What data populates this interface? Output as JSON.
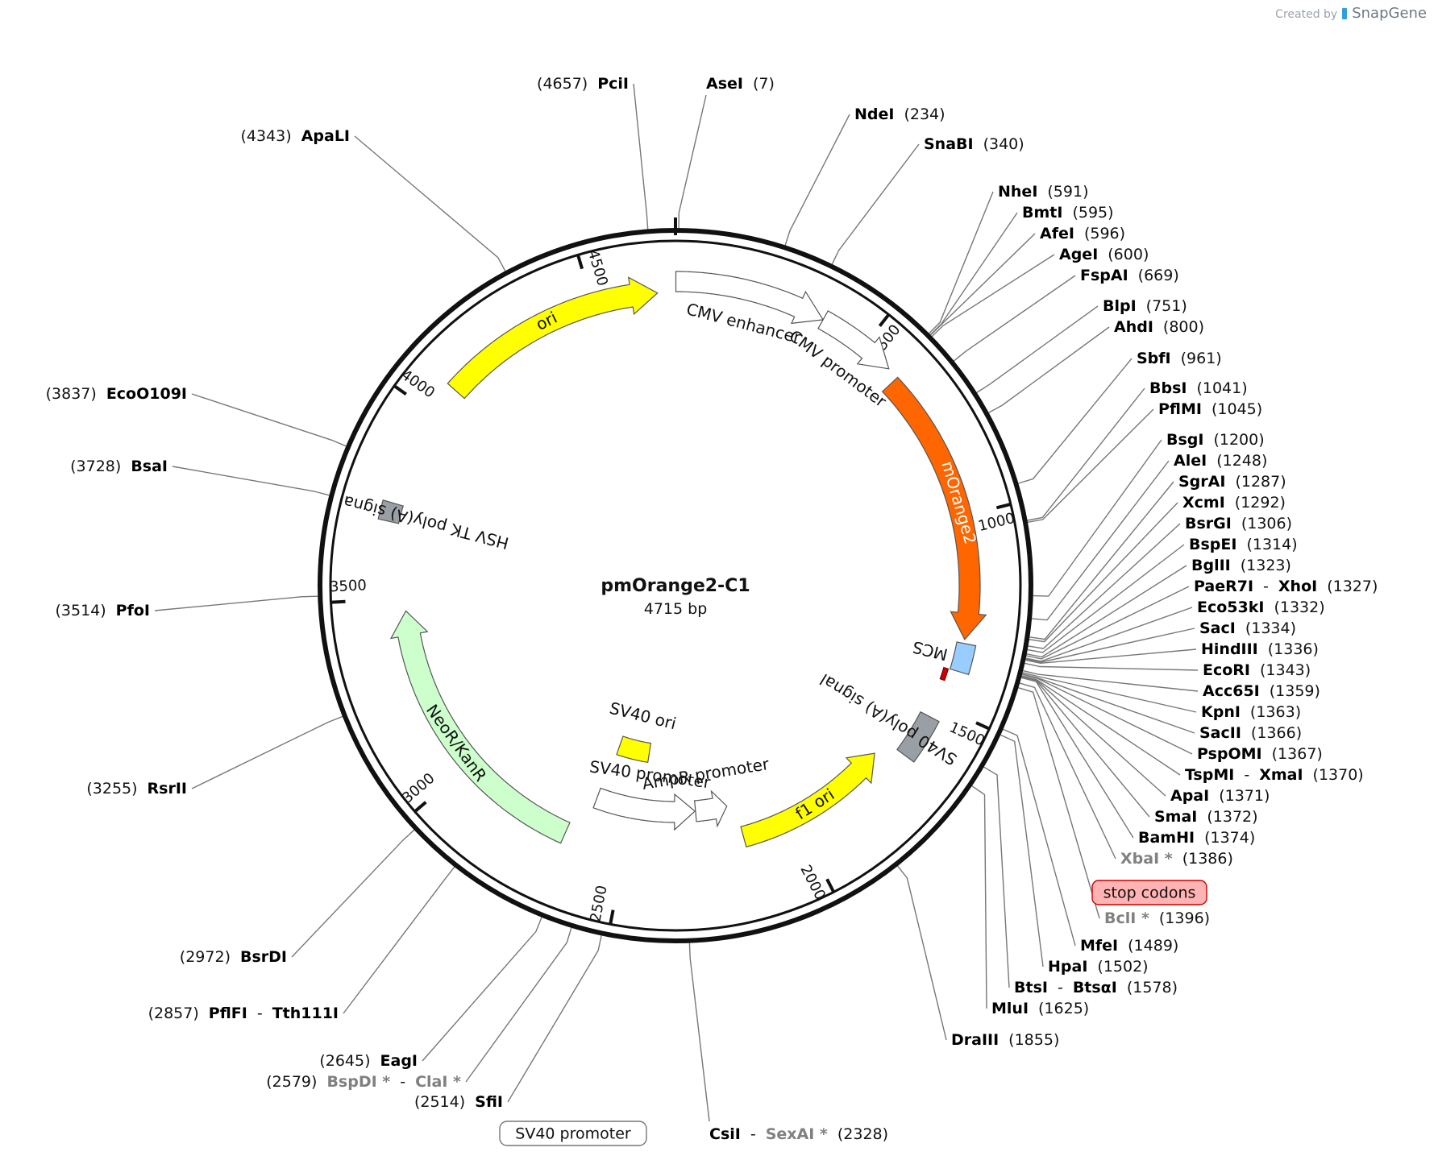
{
  "credit": {
    "prefix": "Created by",
    "brand": "SnapGene"
  },
  "plasmid": {
    "name": "pmOrange2-C1",
    "length_label": "4715 bp",
    "length": 4715
  },
  "colors": {
    "backbone": "#111111",
    "leader": "#777777",
    "ori": "#ffff00",
    "mOrange2": "#ff6600",
    "NeoR": "#ccffcc",
    "MCS": "#99ccff",
    "polyA": "#9a9fa6",
    "primer_stop": "#cc0000",
    "unique_site": "#000000",
    "blocked_site": "#808080"
  },
  "ticks": [
    {
      "pos": 500,
      "label": "500"
    },
    {
      "pos": 1000,
      "label": "1000"
    },
    {
      "pos": 1500,
      "label": "1500"
    },
    {
      "pos": 2000,
      "label": "2000"
    },
    {
      "pos": 2500,
      "label": "2500"
    },
    {
      "pos": 3000,
      "label": "3000"
    },
    {
      "pos": 3500,
      "label": "3500"
    },
    {
      "pos": 4000,
      "label": "4000"
    },
    {
      "pos": 4500,
      "label": "4500"
    }
  ],
  "features": [
    {
      "name": "CMV enhancer",
      "label": "CMV enhancer",
      "start": 1,
      "end": 380,
      "type": "arrow",
      "strand": 1,
      "fill": "#ffffff"
    },
    {
      "name": "CMV promoter",
      "label": "CMV promoter",
      "start": 380,
      "end": 583,
      "type": "arrow",
      "strand": 1,
      "fill": "#ffffff"
    },
    {
      "name": "mOrange2",
      "label": "mOrange2",
      "start": 613,
      "end": 1317,
      "type": "arrow",
      "strand": 1,
      "fill": "#ff6600"
    },
    {
      "name": "MCS",
      "label": "MCS",
      "start": 1327,
      "end": 1400,
      "type": "box",
      "fill": "#99ccff"
    },
    {
      "name": "SV40 poly(A) signal",
      "label": "SV40 poly(A) signal",
      "start": 1536,
      "end": 1657,
      "type": "box",
      "fill": "#9a9fa6"
    },
    {
      "name": "f1 ori",
      "label": "f1 ori",
      "start": 1704,
      "end": 2159,
      "type": "arrow",
      "strand": -1,
      "fill": "#ffff00"
    },
    {
      "name": "AmpR promoter",
      "label": "AmpR promoter",
      "start": 2186,
      "end": 2291,
      "type": "arrow",
      "strand": -1,
      "fill": "#ffffff"
    },
    {
      "name": "SV40 promoter",
      "label": "SV40 promoter",
      "start": 2293,
      "end": 2623,
      "type": "arrow",
      "strand": -1,
      "fill": "#ffffff"
    },
    {
      "name": "SV40 ori",
      "label": "SV40 ori",
      "start": 2474,
      "end": 2609,
      "type": "box",
      "fill": "#ffff00"
    },
    {
      "name": "NeoR/KanR",
      "label": "NeoR/KanR",
      "start": 2672,
      "end": 3466,
      "type": "arrow",
      "strand": 1,
      "fill": "#ccffcc"
    },
    {
      "name": "HSV TK poly(A) signal",
      "label": "HSV TK poly(A) signal",
      "start": 3702,
      "end": 3750,
      "type": "box",
      "fill": "#9a9fa6"
    },
    {
      "name": "ori",
      "label": "ori",
      "start": 4081,
      "end": 4669,
      "type": "arrow",
      "strand": 1,
      "fill": "#ffff00"
    }
  ],
  "primer_bind": {
    "label": "stop codons",
    "start": 1401,
    "end": 1418
  },
  "enzymes_right": [
    {
      "name": "NdeI",
      "pos": "234"
    },
    {
      "name": "SnaBI",
      "pos": "340"
    },
    {
      "name": "NheI",
      "pos": "591"
    },
    {
      "name": "BmtI",
      "pos": "595"
    },
    {
      "name": "AfeI",
      "pos": "596"
    },
    {
      "name": "AgeI",
      "pos": "600"
    },
    {
      "name": "FspAI",
      "pos": "669"
    },
    {
      "name": "BlpI",
      "pos": "751"
    },
    {
      "name": "AhdI",
      "pos": "800"
    },
    {
      "name": "SbfI",
      "pos": "961"
    },
    {
      "name": "BbsI",
      "pos": "1041"
    },
    {
      "name": "PflMI",
      "pos": "1045"
    },
    {
      "name": "BsgI",
      "pos": "1200"
    },
    {
      "name": "AleI",
      "pos": "1248"
    },
    {
      "name": "SgrAI",
      "pos": "1287"
    },
    {
      "name": "XcmI",
      "pos": "1292"
    },
    {
      "name": "BsrGI",
      "pos": "1306"
    },
    {
      "name": "BspEI",
      "pos": "1314"
    },
    {
      "name": "BglII",
      "pos": "1323"
    },
    {
      "name": "PaeR7I",
      "name2": "XhoI",
      "pos": "1327"
    },
    {
      "name": "Eco53kI",
      "pos": "1332"
    },
    {
      "name": "SacI",
      "pos": "1334"
    },
    {
      "name": "HindIII",
      "pos": "1336"
    },
    {
      "name": "EcoRI",
      "pos": "1343"
    },
    {
      "name": "Acc65I",
      "pos": "1359"
    },
    {
      "name": "KpnI",
      "pos": "1363"
    },
    {
      "name": "SacII",
      "pos": "1366"
    },
    {
      "name": "PspOMI",
      "pos": "1367"
    },
    {
      "name": "TspMI",
      "name2": "XmaI",
      "pos": "1370"
    },
    {
      "name": "ApaI",
      "pos": "1371"
    },
    {
      "name": "SmaI",
      "pos": "1372"
    },
    {
      "name": "BamHI",
      "pos": "1374"
    },
    {
      "name": "XbaI *",
      "pos": "1386",
      "blocked": true
    },
    {
      "name": "BclI *",
      "pos": "1396",
      "blocked": true
    },
    {
      "name": "MfeI",
      "pos": "1489"
    },
    {
      "name": "HpaI",
      "pos": "1502"
    },
    {
      "name": "BtsI",
      "name2": "BtsαI",
      "pos": "1578"
    },
    {
      "name": "MluI",
      "pos": "1625"
    },
    {
      "name": "DraIII",
      "pos": "1855"
    }
  ],
  "enzymes_bottom": [
    {
      "name": "CsiI",
      "name2": "SexAI *",
      "name2_blocked": true,
      "pos": "2328"
    }
  ],
  "enzymes_left": [
    {
      "name": "SfiI",
      "pos": "2514"
    },
    {
      "name": "BspDI *",
      "name2": "ClaI *",
      "pos": "2579",
      "blocked": true,
      "name2_blocked": true
    },
    {
      "name": "EagI",
      "pos": "2645"
    },
    {
      "name": "PflFI",
      "name2": "Tth111I",
      "pos": "2857"
    },
    {
      "name": "BsrDI",
      "pos": "2972"
    },
    {
      "name": "RsrII",
      "pos": "3255"
    },
    {
      "name": "PfoI",
      "pos": "3514"
    },
    {
      "name": "BsaI",
      "pos": "3728"
    },
    {
      "name": "EcoO109I",
      "pos": "3837"
    },
    {
      "name": "ApaLI",
      "pos": "4343"
    },
    {
      "name": "PciI",
      "pos": "4657"
    }
  ],
  "enzymes_top": [
    {
      "name": "AseI",
      "pos": "7"
    }
  ]
}
